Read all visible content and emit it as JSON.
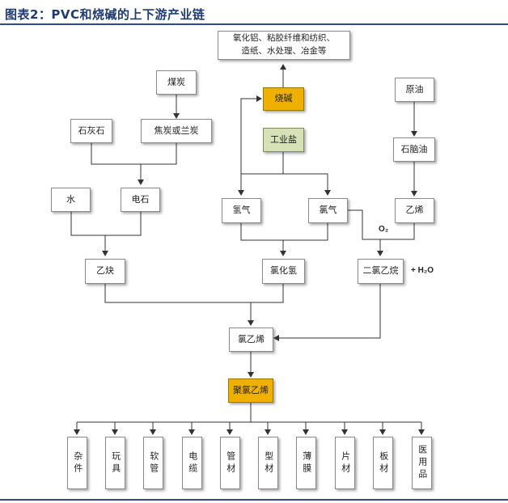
{
  "title": "图表2：PVC和烧碱的上下游产业链",
  "nodes": {
    "downstream_caustic": "氧化铝、粘胶纤维和纺织、造纸、水处理、冶金等",
    "coal": "煤炭",
    "caustic_soda": "烧碱",
    "crude_oil": "原油",
    "limestone": "石灰石",
    "coke": "焦炭或兰炭",
    "industrial_salt": "工业盐",
    "naphtha": "石脑油",
    "water": "水",
    "calcium_carbide": "电石",
    "hydrogen": "氢气",
    "chlorine": "氯气",
    "ethylene": "乙烯",
    "acetylene": "乙炔",
    "hydrogen_chloride": "氯化氢",
    "dichloroethane": "二氯乙烷",
    "vinyl_chloride": "氯乙烯",
    "pvc": "聚氯乙烯"
  },
  "annotations": {
    "o2": "O₂",
    "h2o": "+ H₂O"
  },
  "products": [
    "杂件",
    "玩具",
    "软管",
    "电缆",
    "管材",
    "型材",
    "薄膜",
    "片材",
    "板材",
    "医用品"
  ],
  "colors": {
    "caustic_soda": "#f0b000",
    "pvc": "#f0b000",
    "industrial_salt": "#d6e2b6",
    "title_rule": "#2f4a86"
  }
}
